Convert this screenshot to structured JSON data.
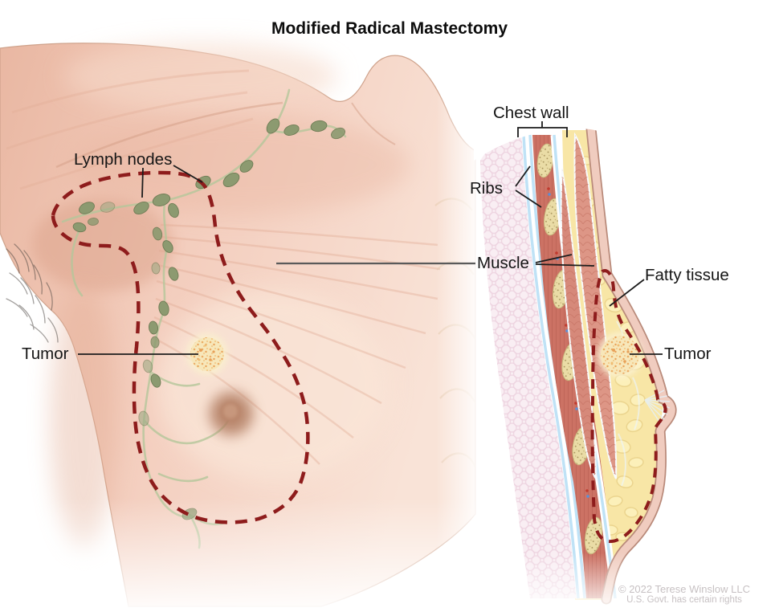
{
  "title": "Modified Radical Mastectomy",
  "panels": {
    "front_view": {
      "description": "front view of chest with resection outline",
      "labels": {
        "lymph_nodes": "Lymph nodes",
        "tumor": "Tumor"
      }
    },
    "cross_section": {
      "description": "side cross-section of breast and chest wall",
      "labels": {
        "chest_wall": "Chest wall",
        "ribs": "Ribs",
        "muscle": "Muscle",
        "fatty_tissue": "Fatty tissue",
        "tumor": "Tumor"
      }
    }
  },
  "credit": {
    "line1": "© 2022 Terese Winslow LLC",
    "line2": "U.S. Govt. has certain rights"
  },
  "colors": {
    "dashed_resection_outline": "#8E1C1C",
    "lymph_node": "#8C9A70",
    "lymph_vessel": "#B5C79B",
    "skin": "#F0C6B5",
    "muscle": "#D89181",
    "rib": "#EADCA6",
    "fat": "#F8E6A6",
    "fascia": "#BFE2F6",
    "tumor": "#F6E6B8",
    "label_text": "#151515",
    "credit_text": "#C7C1C3"
  }
}
